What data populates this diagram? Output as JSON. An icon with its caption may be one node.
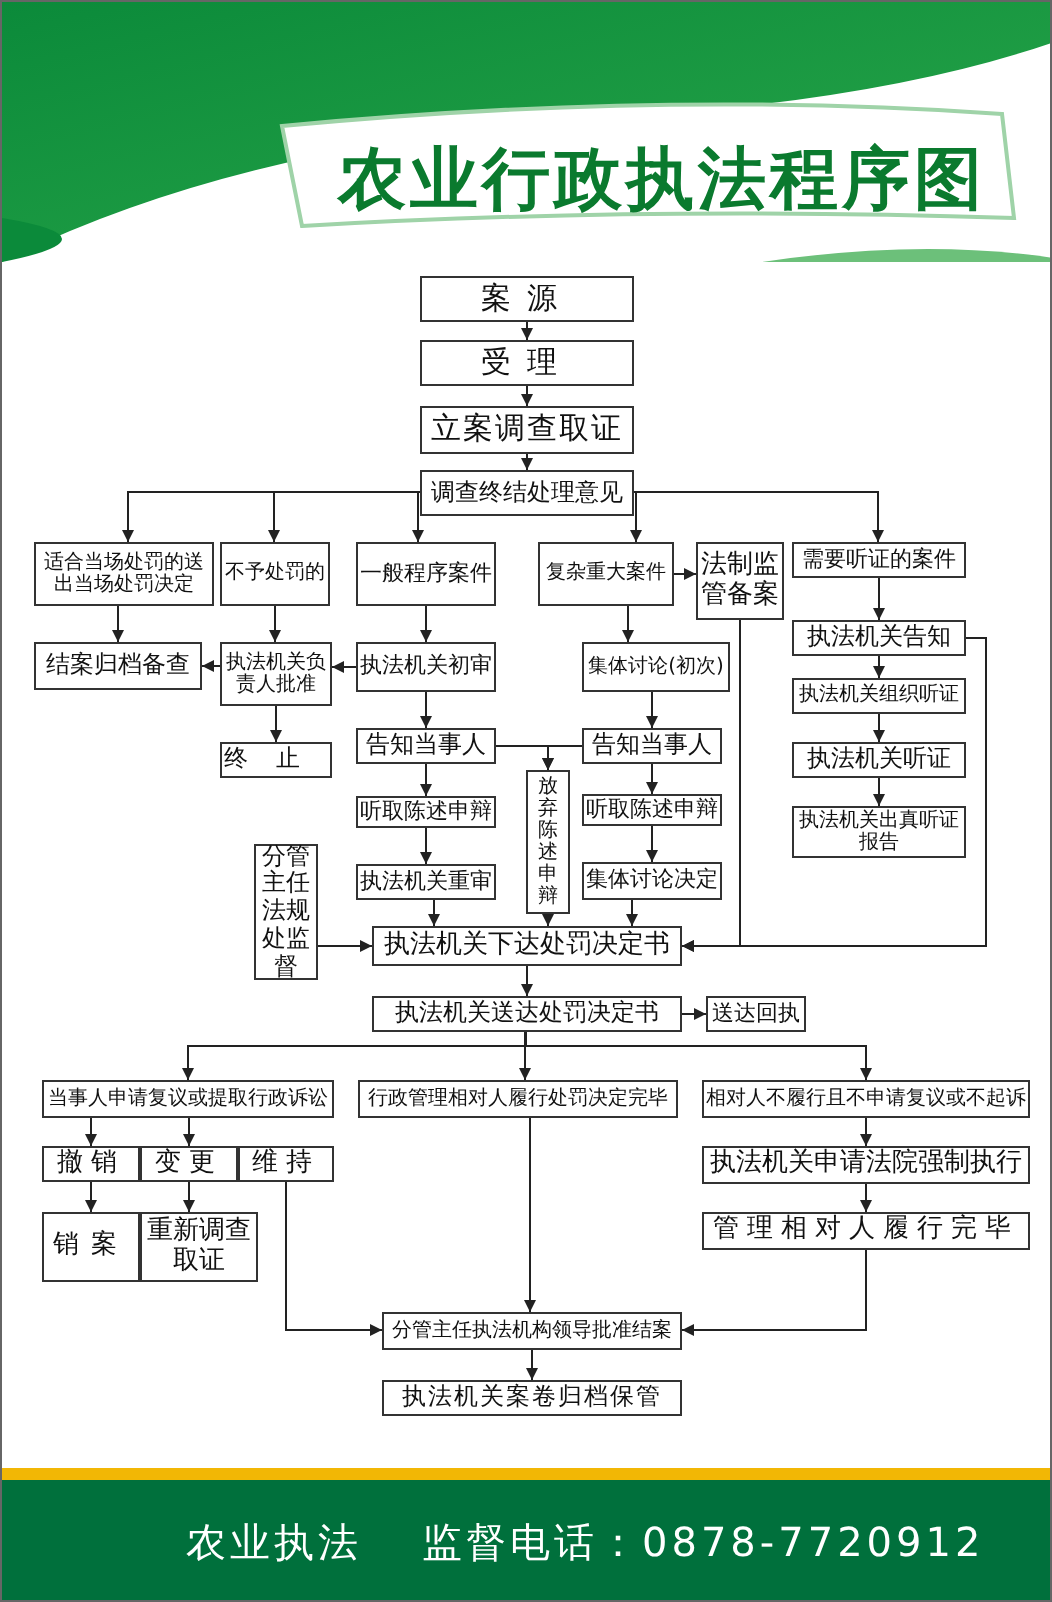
{
  "diagram": {
    "title": "农业行政执法程序图",
    "nodes": [
      {
        "text": [
          "案源"
        ]
      },
      {
        "text": [
          "受理"
        ]
      },
      {
        "text": [
          "立案调查取证"
        ]
      },
      {
        "text": [
          "调查终结处理意见"
        ]
      },
      {
        "text": [
          "适合当场处罚的送出当场处罚决定"
        ]
      },
      {
        "text": [
          "不予处罚的"
        ]
      },
      {
        "text": [
          "一般程序案件"
        ]
      },
      {
        "text": [
          "复杂重大案件"
        ]
      },
      {
        "text": [
          "法制监管备案"
        ]
      },
      {
        "text": [
          "需要听证的案件"
        ]
      },
      {
        "text": [
          "结案归档备查"
        ]
      },
      {
        "text": [
          "执法机关负责人批准"
        ]
      },
      {
        "text": [
          "执法机关初审"
        ]
      },
      {
        "text": [
          "集体讨论(初次)"
        ]
      },
      {
        "text": [
          "执法机关告知"
        ]
      },
      {
        "text": [
          "终止"
        ]
      },
      {
        "text": [
          "告知当事人"
        ]
      },
      {
        "text": [
          "告知当事人"
        ]
      },
      {
        "text": [
          "执法机关组织听证"
        ]
      },
      {
        "text": [
          "放弃陈述申辩"
        ]
      },
      {
        "text": [
          "听取陈述申辩"
        ]
      },
      {
        "text": [
          "听取陈述申辩"
        ]
      },
      {
        "text": [
          "执法机关听证"
        ]
      },
      {
        "text": [
          "执法机关出真听证报告"
        ]
      },
      {
        "text": [
          "分管主任法规处监督"
        ]
      },
      {
        "text": [
          "执法机关重审"
        ]
      },
      {
        "text": [
          "集体讨论决定"
        ]
      },
      {
        "text": [
          "执法机关下达处罚决定书"
        ]
      },
      {
        "text": [
          "执法机关送达处罚决定书"
        ]
      },
      {
        "text": [
          "送达回执"
        ]
      },
      {
        "text": [
          "当事人申请复议或提取行政诉讼"
        ]
      },
      {
        "text": [
          "行政管理相对人履行处罚决定完毕"
        ]
      },
      {
        "text": [
          "相对人不履行且不申请复议或不起诉"
        ]
      },
      {
        "text": [
          "撤销"
        ]
      },
      {
        "text": [
          "变更"
        ]
      },
      {
        "text": [
          "维持"
        ]
      },
      {
        "text": [
          "执法机关申请法院强制执行"
        ]
      },
      {
        "text": [
          "销案"
        ]
      },
      {
        "text": [
          "重新调查取证"
        ]
      },
      {
        "text": [
          "管理相对人履行完毕"
        ]
      },
      {
        "text": [
          "分管主任执法机构领导批准结案"
        ]
      },
      {
        "text": [
          "执法机关案卷归档保管"
        ]
      }
    ],
    "edges": [
      {
        "from": 0,
        "to": 1,
        "arrow": "to"
      },
      {
        "from": 1,
        "to": 2,
        "arrow": "to"
      },
      {
        "from": 2,
        "to": 3,
        "arrow": "to"
      },
      {
        "from": 3,
        "to": 4,
        "arrow": "to"
      },
      {
        "from": 3,
        "to": 5,
        "arrow": "to"
      },
      {
        "from": 3,
        "to": 6,
        "arrow": "to"
      },
      {
        "from": 3,
        "to": 7,
        "arrow": "to"
      },
      {
        "from": 3,
        "to": 9,
        "arrow": "to"
      },
      {
        "from": 7,
        "to": 8,
        "arrow": "to"
      },
      {
        "from": 4,
        "to": 10,
        "arrow": "to"
      },
      {
        "from": 5,
        "to": 11,
        "arrow": "to"
      },
      {
        "from": 6,
        "to": 12,
        "arrow": "to"
      },
      {
        "from": 7,
        "to": 13,
        "arrow": "to"
      },
      {
        "from": 9,
        "to": 14,
        "arrow": "to"
      },
      {
        "from": 12,
        "to": 11,
        "arrow": "to"
      },
      {
        "from": 11,
        "to": 10,
        "arrow": "to"
      },
      {
        "from": 11,
        "to": 15,
        "arrow": "to"
      },
      {
        "from": 12,
        "to": 16,
        "arrow": "to"
      },
      {
        "from": 13,
        "to": 17,
        "arrow": "to"
      },
      {
        "from": 16,
        "to": 19,
        "arrow": "to"
      },
      {
        "from": 17,
        "to": 19,
        "arrow": "to"
      },
      {
        "from": 16,
        "to": 20,
        "arrow": "to"
      },
      {
        "from": 17,
        "to": 21,
        "arrow": "to"
      },
      {
        "from": 20,
        "to": 25,
        "arrow": "to"
      },
      {
        "from": 21,
        "to": 26,
        "arrow": "to"
      },
      {
        "from": 14,
        "to": 18,
        "arrow": "to"
      },
      {
        "from": 18,
        "to": 22,
        "arrow": "to"
      },
      {
        "from": 22,
        "to": 23,
        "arrow": "to"
      },
      {
        "from": 25,
        "to": 27,
        "arrow": "to"
      },
      {
        "from": 19,
        "to": 27,
        "arrow": "to"
      },
      {
        "from": 26,
        "to": 27,
        "arrow": "to"
      },
      {
        "from": 8,
        "to": 27,
        "arrow": "to"
      },
      {
        "from": 14,
        "to": 27,
        "arrow": "to"
      },
      {
        "from": 24,
        "to": 27,
        "arrow": "to"
      },
      {
        "from": 27,
        "to": 28,
        "arrow": "to"
      },
      {
        "from": 28,
        "to": 29,
        "arrow": "to"
      },
      {
        "from": 28,
        "to": 30,
        "arrow": "to"
      },
      {
        "from": 28,
        "to": 31,
        "arrow": "to"
      },
      {
        "from": 28,
        "to": 32,
        "arrow": "to"
      },
      {
        "from": 30,
        "to": 33,
        "arrow": "to"
      },
      {
        "from": 30,
        "to": 34,
        "arrow": "to"
      },
      {
        "from": 33,
        "to": 37,
        "arrow": "to"
      },
      {
        "from": 34,
        "to": 38,
        "arrow": "to"
      },
      {
        "from": 32,
        "to": 36,
        "arrow": "to"
      },
      {
        "from": 36,
        "to": 39,
        "arrow": "to"
      },
      {
        "from": 35,
        "to": 40,
        "arrow": "to"
      },
      {
        "from": 31,
        "to": 40,
        "arrow": "to"
      },
      {
        "from": 39,
        "to": 40,
        "arrow": "to"
      },
      {
        "from": 40,
        "to": 41,
        "arrow": "to"
      }
    ],
    "labels": [
      "农业执法",
      "监督电话：0878-7720912"
    ]
  }
}
